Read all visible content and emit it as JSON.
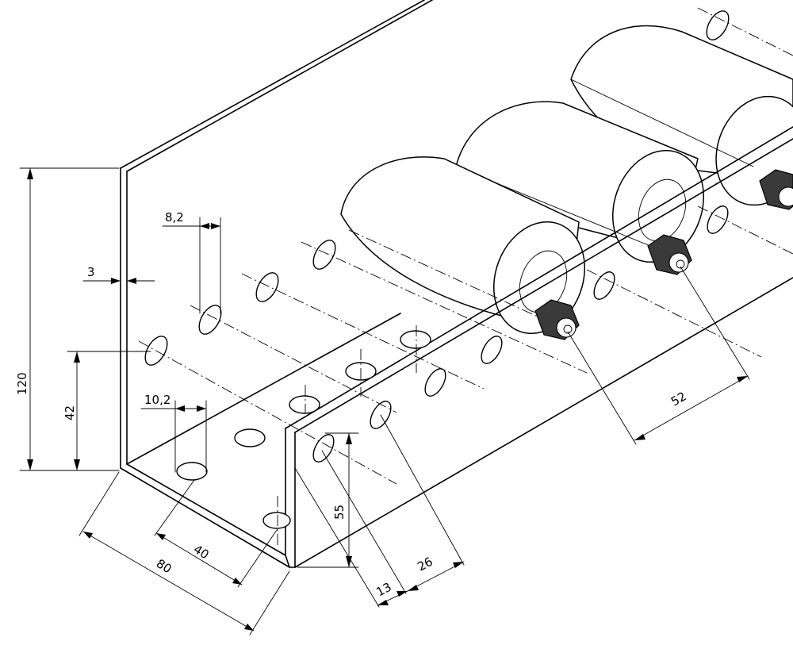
{
  "dimensions": {
    "height_total": "120",
    "hole_height": "42",
    "wall_thickness": "3",
    "slot_width_top": "8,2",
    "hole_diameter": "10,2",
    "half_width": "40",
    "base_width": "80",
    "side_hole_height": "55",
    "edge_offset": "13",
    "pitch_small": "26",
    "roller_pitch": "52"
  }
}
